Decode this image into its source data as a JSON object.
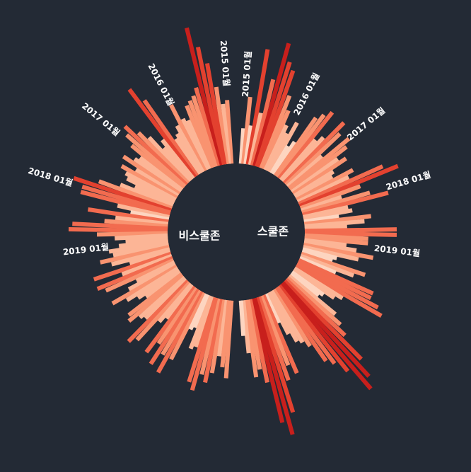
{
  "chart_data": {
    "type": "radial-bar",
    "background": "#232a35",
    "color_scale": [
      "#fff0e6",
      "#fdd5c0",
      "#fcb596",
      "#f99370",
      "#f26b4f",
      "#e3412f",
      "#c81f1c"
    ],
    "panels": [
      {
        "name": "스쿨존",
        "start_label": "2015 01월",
        "year_labels": [
          "2016 01월",
          "2017 01월",
          "2018 01월",
          "2019 01월"
        ],
        "values": [
          1.0,
          1.9,
          1.1,
          3.3,
          1.5,
          2.5,
          3.6,
          3.1,
          2.9,
          2.2,
          1.8,
          1.4,
          1.2,
          1.6,
          0.9,
          1.1,
          2.0,
          2.2,
          2.4,
          1.5,
          1.7,
          2.4,
          2.1,
          1.3,
          2.2,
          2.0,
          1.6,
          1.8,
          1.3,
          1.2,
          1.8,
          1.6,
          2.6,
          3.0,
          1.8,
          1.2,
          2.0,
          2.5,
          1.3,
          1.4,
          1.0,
          1.9,
          1.7,
          1.2,
          2.6,
          2.6,
          1.8,
          1.8,
          1.2,
          1.5,
          2.0,
          1.6,
          1.0,
          0.9,
          1.9,
          1.6,
          1.1,
          2.3,
          2.3,
          2.6,
          2.8,
          1.6,
          1.4,
          1.1,
          1.0,
          1.7,
          2.0,
          2.3,
          3.1,
          3.6,
          3.9,
          3.1,
          2.7,
          2.5,
          1.9,
          1.7,
          1.6,
          1.3,
          0.9,
          2.4,
          2.1,
          2.5,
          3.4,
          4.0,
          3.6,
          2.4,
          2.0,
          2.2,
          1.5,
          1.0
        ]
      },
      {
        "name": "비스쿨존",
        "start_label": "2015 01월",
        "year_labels": [
          "2016 01월",
          "2017 01월",
          "2018 01월",
          "2019 01월"
        ],
        "values": [
          1.8,
          1.7,
          2.2,
          2.9,
          3.4,
          4.0,
          2.3,
          2.1,
          2.0,
          1.9,
          1.5,
          1.6,
          2.1,
          1.5,
          1.3,
          1.2,
          2.6,
          3.1,
          1.4,
          1.2,
          1.7,
          2.0,
          2.4,
          2.2,
          1.9,
          1.5,
          1.6,
          1.9,
          1.4,
          1.8,
          1.6,
          1.5,
          1.2,
          1.6,
          2.2,
          2.9,
          2.6,
          2.6,
          1.5,
          1.1,
          2.3,
          1.5,
          1.8,
          2.7,
          2.8,
          2.0,
          1.5,
          1.2,
          1.4,
          1.7,
          1.6,
          2.0,
          1.7,
          1.2,
          2.3,
          1.5,
          2.3,
          2.1,
          1.2,
          1.5,
          2.1,
          1.7,
          1.4,
          1.2,
          1.9,
          2.0,
          1.7,
          1.6,
          2.4,
          2.2,
          1.4,
          1.2,
          2.3,
          1.9,
          2.5,
          2.1,
          2.6,
          2.1,
          1.1,
          1.0,
          1.6,
          1.5,
          2.5,
          2.7,
          2.2,
          2.4,
          2.1,
          1.6,
          1.9,
          2.2
        ]
      }
    ]
  }
}
